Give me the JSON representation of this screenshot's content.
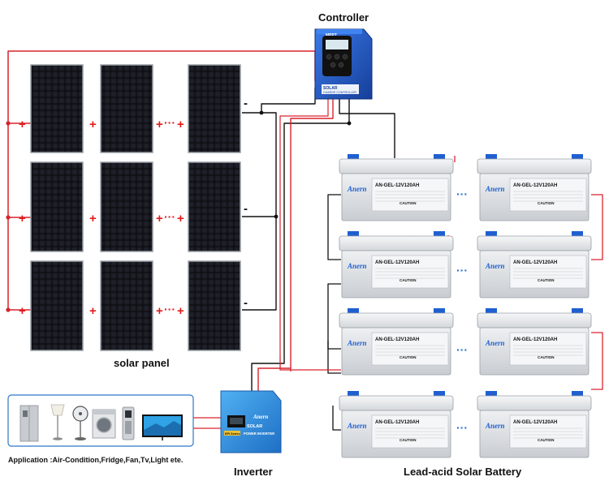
{
  "labels": {
    "controller": "Controller",
    "solar_panel": "solar panel",
    "inverter": "Inverter",
    "battery": "Lead-acid Solar Battery",
    "application": "Application :Air-Condition,Fridge,Fan,Tv,Light ete."
  },
  "controller_device": {
    "badge": "MPPT",
    "brand": "SOLAR",
    "sub": "CHARGE CONTROLLER"
  },
  "inverter_device": {
    "brand": "Anern",
    "line1": "SOLAR",
    "line2": "POWER INVERTER",
    "series": "EPI Series"
  },
  "battery_device": {
    "brand": "Anern",
    "model": "AN-GEL-12V120AH",
    "caution": "CAUTION"
  },
  "panel_marks": {
    "plus": "+",
    "minus": "-",
    "ellipsis": "···"
  },
  "colors": {
    "positive_wire": "#d9232d",
    "negative_wire": "#111111",
    "controller_blue": "#1f5fd0",
    "inverter_blue": "#2a8fe0"
  }
}
